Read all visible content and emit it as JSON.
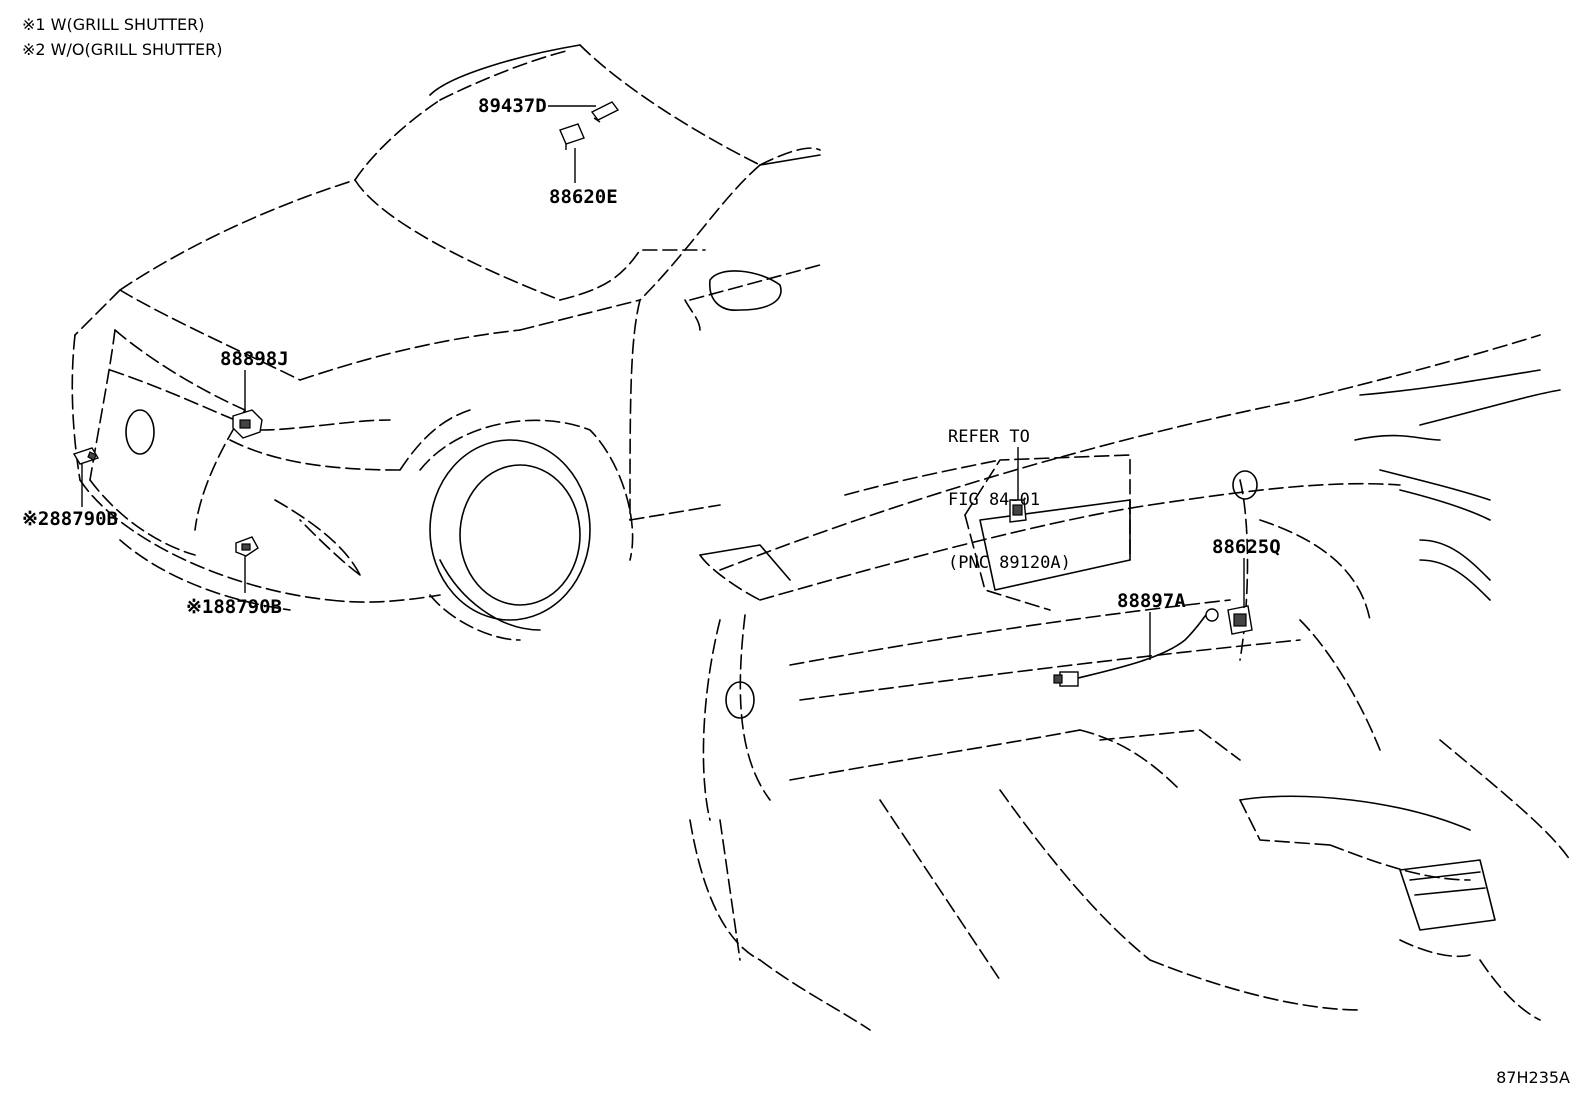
{
  "notes": [
    "※1 W(GRILL SHUTTER)",
    "※2 W/O(GRILL SHUTTER)"
  ],
  "labels": {
    "p89437D": "89437D",
    "p88620E": "88620E",
    "p88898J": "88898J",
    "p88790B_2": "※288790B",
    "p88790B_1": "※188790B",
    "p88625Q": "88625Q",
    "p88897A": "88897A"
  },
  "refer": {
    "line1": "REFER TO",
    "line2": "FIG 84-01",
    "line3": "(PNC 89120A)"
  },
  "figure_id": "87H235A"
}
